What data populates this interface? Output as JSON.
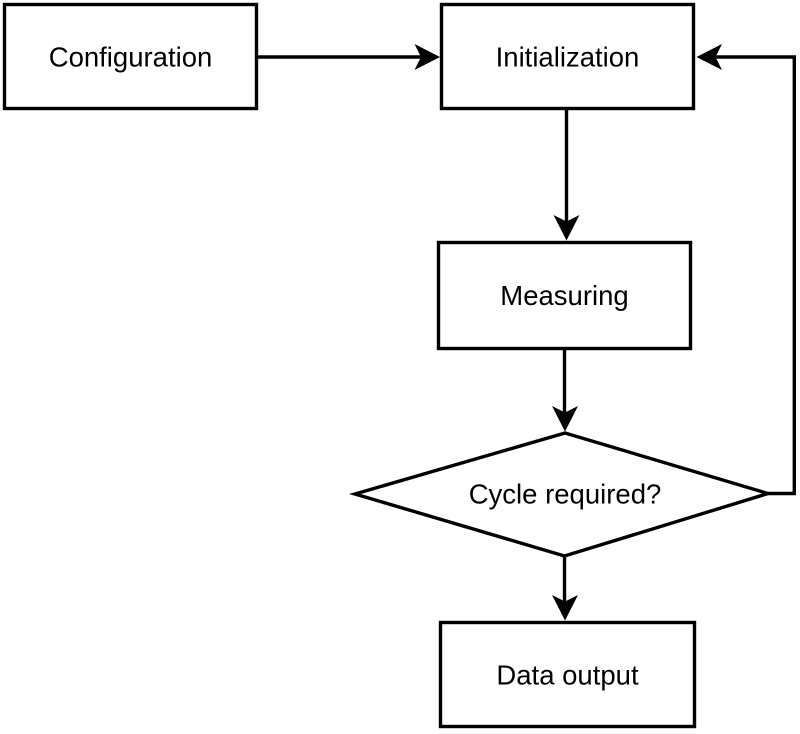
{
  "diagram": {
    "type": "flowchart",
    "background_color": "#ffffff",
    "stroke_color": "#000000",
    "text_color": "#000000",
    "nodes": [
      {
        "id": "configuration",
        "shape": "rectangle",
        "label": "Configuration"
      },
      {
        "id": "initialization",
        "shape": "rectangle",
        "label": "Initialization"
      },
      {
        "id": "measuring",
        "shape": "rectangle",
        "label": "Measuring"
      },
      {
        "id": "cycle-required",
        "shape": "diamond",
        "label": "Cycle required?"
      },
      {
        "id": "data-output",
        "shape": "rectangle",
        "label": "Data output"
      }
    ],
    "edges": [
      {
        "from": "configuration",
        "to": "initialization",
        "direction": "right"
      },
      {
        "from": "initialization",
        "to": "measuring",
        "direction": "down"
      },
      {
        "from": "measuring",
        "to": "cycle-required",
        "direction": "down"
      },
      {
        "from": "cycle-required",
        "to": "data-output",
        "direction": "down"
      },
      {
        "from": "cycle-required",
        "to": "initialization",
        "direction": "right-then-up",
        "note": "feedback loop"
      }
    ]
  }
}
